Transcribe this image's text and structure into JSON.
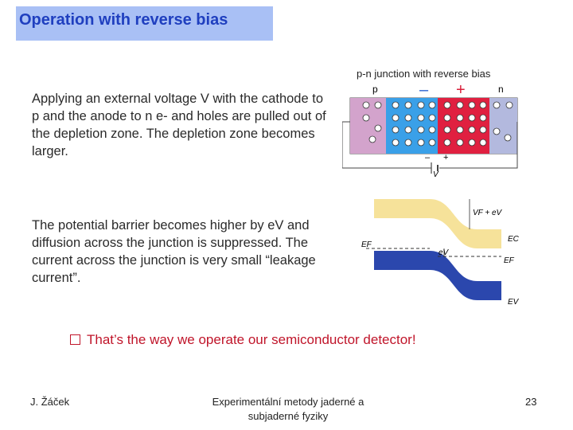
{
  "slide": {
    "title": "Operation with reverse bias",
    "paragraph_1": "Applying an external voltage V with the cathode to p and the anode to n e- and holes are pulled out of the depletion zone. The depletion zone becomes larger.",
    "paragraph_2": "The potential barrier becomes higher by eV and diffusion across the junction is suppressed. The current across the junction is very small “leakage current”.",
    "highlight": "That’s the way we operate our semiconductor detector!"
  },
  "junction_diagram": {
    "title": "p-n junction with reverse bias",
    "p_label": "p",
    "n_label": "n",
    "minus_sign": "–",
    "plus_sign": "+",
    "battery_minus": "–",
    "battery_plus": "+",
    "voltage_label": "V",
    "colors": {
      "p_region": "#d3a3cc",
      "depletion_p": "#3aa0e8",
      "depletion_n": "#e02040",
      "n_region": "#b3b9de"
    }
  },
  "band_diagram": {
    "barrier_label": "VF + eV",
    "ef_left": "EF",
    "ev_shift": "eV",
    "ec_label": "EC",
    "ef_right": "EF",
    "ev_label": "EV",
    "colors": {
      "conduction": "#f6e29a",
      "valence": "#2b47ad"
    }
  },
  "footer": {
    "author": "J. Žáček",
    "course": "Experimentální metody jaderné a subjaderné fyziky",
    "page": "23"
  }
}
